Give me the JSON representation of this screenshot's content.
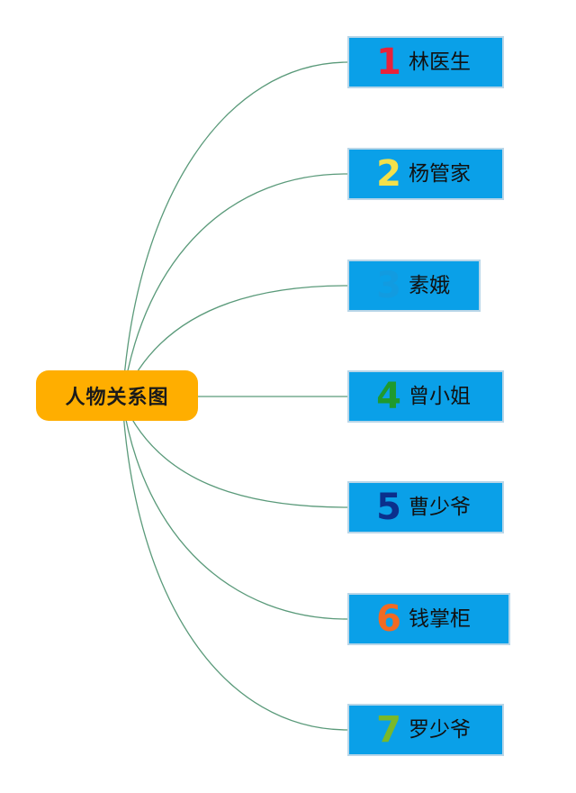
{
  "root": {
    "label": "人物关系图",
    "color": "#ffae00"
  },
  "nodes": [
    {
      "number": "1",
      "number_color": "#e8223a",
      "label": "林医生"
    },
    {
      "number": "2",
      "number_color": "#f4e04a",
      "label": "杨管家"
    },
    {
      "number": "3",
      "number_color": "#129be0",
      "label": "素娥"
    },
    {
      "number": "4",
      "number_color": "#1f9a2e",
      "label": "曾小姐"
    },
    {
      "number": "5",
      "number_color": "#0b2f8c",
      "label": "曹少爷"
    },
    {
      "number": "6",
      "number_color": "#f16a22",
      "label": "钱掌柜"
    },
    {
      "number": "7",
      "number_color": "#7ab829",
      "label": "罗少爷"
    }
  ],
  "colors": {
    "node_fill": "#0aa0e8",
    "link": "#5a9a7a"
  }
}
